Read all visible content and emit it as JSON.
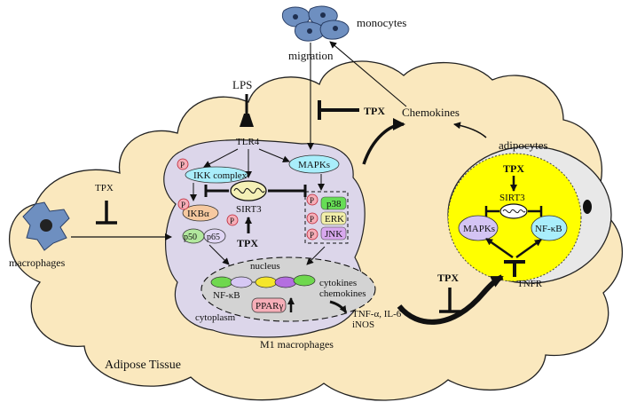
{
  "labels": {
    "monocytes": "monocytes",
    "migration": "migration",
    "lps": "LPS",
    "tpx_top": "TPX",
    "chemokines": "Chemokines",
    "adipocytes": "adipocytes",
    "tlr4": "TLR4",
    "ikk_complex": "IKK complex",
    "mapks": "MAPKs",
    "p38": "p38",
    "erk": "ERK",
    "jnk": "JNK",
    "ikba": "IKBα",
    "p50": "p50",
    "p65": "p65",
    "sirt3": "SIRT3",
    "tpx_center": "TPX",
    "nucleus": "nucleus",
    "nfkb": "NF-κB",
    "cytokines": "cytokines",
    "chemokines_small": "chemokines",
    "pparg": "PPARγ",
    "cytoplasm": "cytoplasm",
    "tnf": "TNF-α, IL-6",
    "inos": "iNOS",
    "m1": "M1 macrophages",
    "tpx_left": "TPX",
    "macrophages": "macrophages",
    "adipose": "Adipose Tissue",
    "tpx_adipo": "TPX",
    "sirt3_adipo": "SIRT3",
    "mapks_adipo": "MAPKs",
    "nfkb_adipo": "NF-κB",
    "tnfr": "TNFR",
    "tpx_bottom": "TPX",
    "p": "P"
  },
  "colors": {
    "cloud": "#fae8be",
    "cell": "#dcd6ea",
    "nucleus": "#d3d3d3",
    "adipocyte": "#ffff00",
    "ikk": "#a9eefb",
    "p38": "#66dd55",
    "erk": "#f2efaa",
    "jnk": "#d8a8ee",
    "ppar": "#f6aeb8",
    "mapks_adipo": "#d4c4f4",
    "nfkb_adipo": "#a9eefb",
    "cell_blue": "#6e8fc0"
  }
}
